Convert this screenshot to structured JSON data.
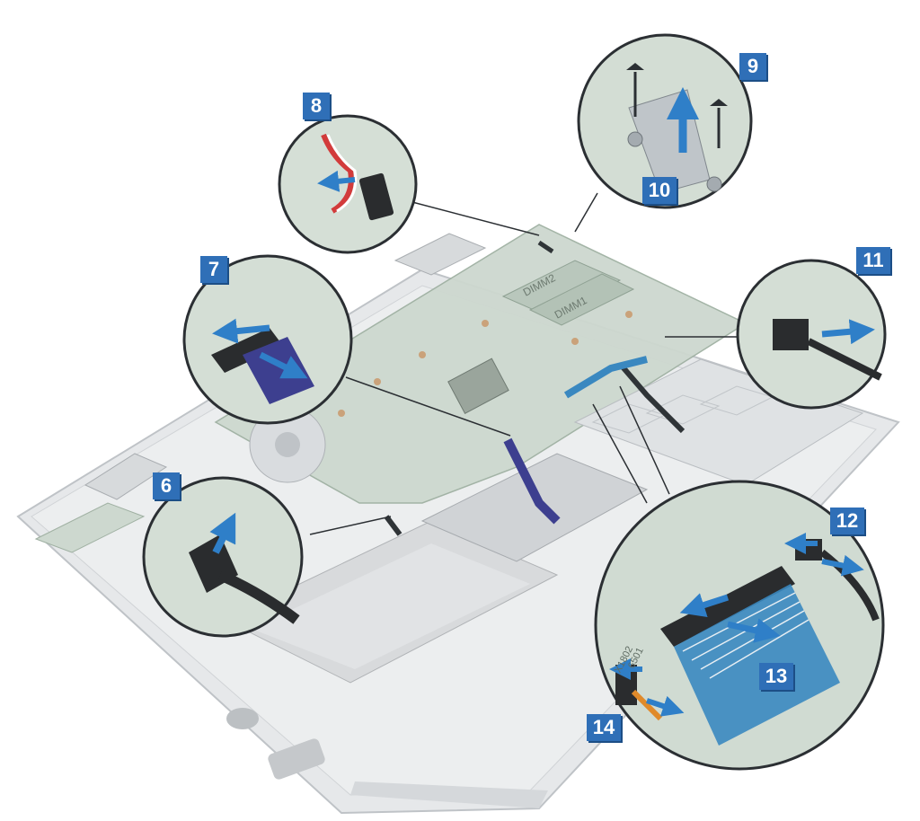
{
  "figure": {
    "callouts": [
      {
        "id": "callout-6",
        "label": "6"
      },
      {
        "id": "callout-7",
        "label": "7"
      },
      {
        "id": "callout-8",
        "label": "8"
      },
      {
        "id": "callout-9",
        "label": "9"
      },
      {
        "id": "callout-10",
        "label": "10"
      },
      {
        "id": "callout-11",
        "label": "11"
      },
      {
        "id": "callout-12",
        "label": "12"
      },
      {
        "id": "callout-13",
        "label": "13"
      },
      {
        "id": "callout-14",
        "label": "14"
      }
    ],
    "board_markings": {
      "dimm2": "DIMM2",
      "dimm1": "DIMM1",
      "pcb_code_1": "X1802",
      "pcb_code_2": "6501"
    },
    "colors": {
      "callout": "#2f6fb7",
      "arrow": "#2f7fc8",
      "board": "#cdd8cf",
      "chassis": "#e4e6e8",
      "fpc_cable": "#3d3f8f",
      "ribbon": "#3a88c0"
    }
  }
}
